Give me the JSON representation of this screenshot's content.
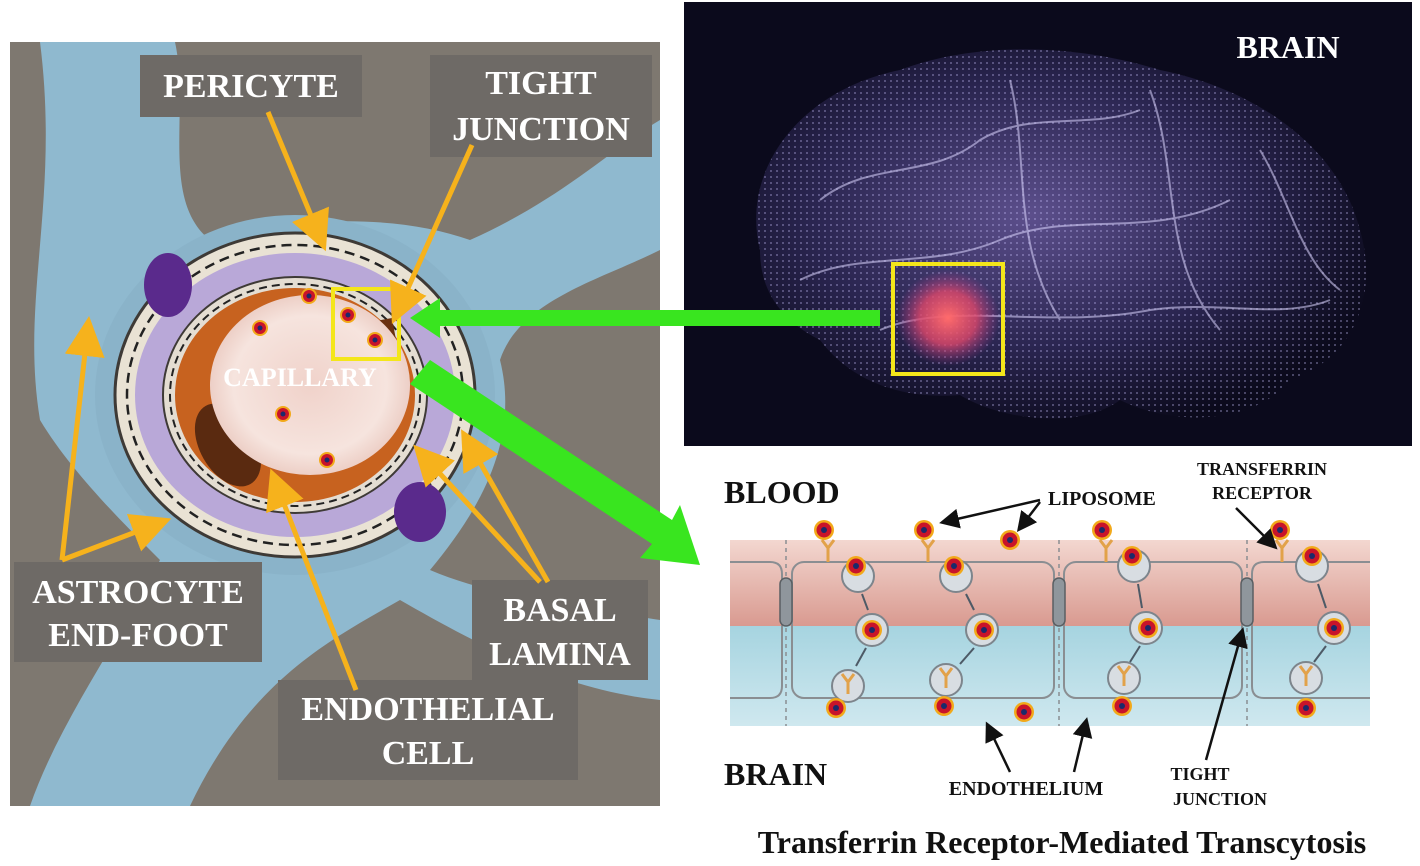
{
  "colors": {
    "panel_bg": "#7e7870",
    "astrocyte": "#8fb9cf",
    "pericyte": "#b9a8d8",
    "endothelial": "#c7621f",
    "capillary_lumen": "#f2ddd6",
    "label_box": "#6e6a66",
    "pointer": "#f6b21c",
    "green_arrow": "#39e51f",
    "highlight": "#f4e61a",
    "blood_band": "#e4a9a0",
    "brain_band": "#a9d6e2",
    "brain_bg": "#0b0a1c"
  },
  "left": {
    "pericyte": "PERICYTE",
    "tight_junction": [
      "TIGHT",
      "JUNCTION"
    ],
    "capillary": "CAPILLARY",
    "astrocyte_end_foot": [
      "ASTROCYTE",
      "END-FOOT"
    ],
    "basal_lamina": [
      "BASAL",
      "LAMINA"
    ],
    "endothelial_cell": [
      "ENDOTHELIAL",
      "CELL"
    ]
  },
  "brain": {
    "title": "BRAIN"
  },
  "transcytosis": {
    "blood": "BLOOD",
    "brain": "BRAIN",
    "liposome": "LIPOSOME",
    "transferrin_receptor": [
      "TRANSFERRIN",
      "RECEPTOR"
    ],
    "endothelium": "ENDOTHELIUM",
    "tight_junction": [
      "TIGHT",
      "JUNCTION"
    ],
    "caption": "Transferrin Receptor-Mediated Transcytosis"
  }
}
